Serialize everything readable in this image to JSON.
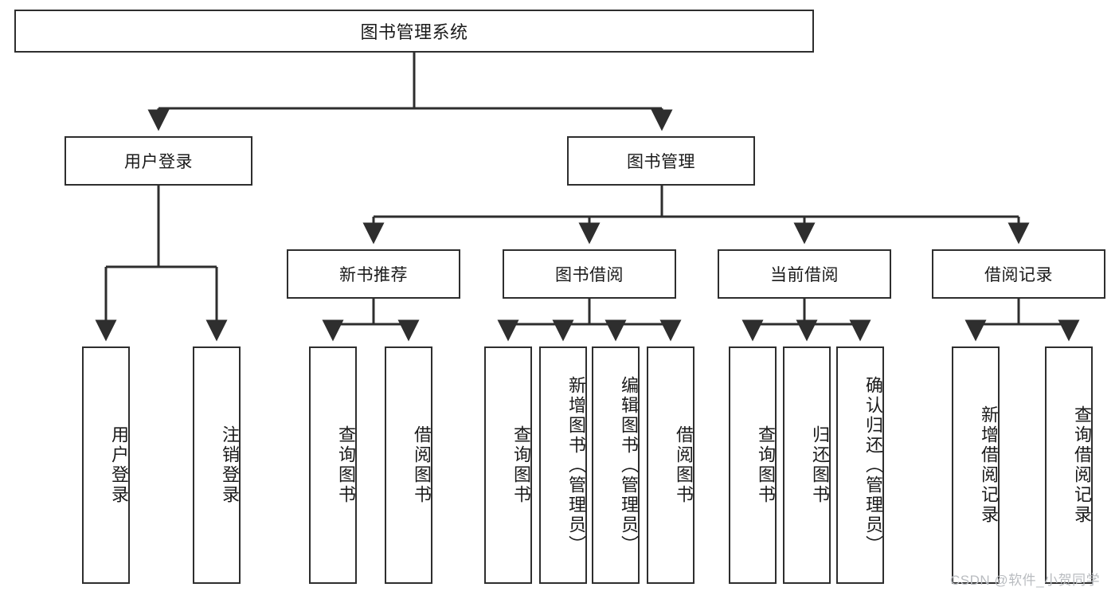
{
  "diagram": {
    "type": "tree-hierarchy",
    "title": "图书管理系统",
    "colors": {
      "background": "#ffffff",
      "box_border": "#2e2e2e",
      "box_fill": "#ffffff",
      "connector": "#2e2e2e",
      "text": "#1a1a1a",
      "watermark": "#b9bcc0"
    },
    "levels": 3
  },
  "root": {
    "label": "图书管理系统"
  },
  "level2": [
    {
      "label": "用户登录"
    },
    {
      "label": "图书管理"
    }
  ],
  "level3": [
    {
      "label": "新书推荐"
    },
    {
      "label": "图书借阅"
    },
    {
      "label": "当前借阅"
    },
    {
      "label": "借阅记录"
    }
  ],
  "leaves": {
    "user_login": [
      {
        "label": "用户登录"
      },
      {
        "label": "注销登录"
      }
    ],
    "new_book_recommend": [
      {
        "label": "查询图书"
      },
      {
        "label": "借阅图书"
      }
    ],
    "book_borrow": [
      {
        "label": "查询图书"
      },
      {
        "label": "新增图书（管理员）"
      },
      {
        "label": "编辑图书（管理员）"
      },
      {
        "label": "借阅图书"
      }
    ],
    "current_borrow": [
      {
        "label": "查询图书"
      },
      {
        "label": "归还图书"
      },
      {
        "label": "确认归还（管理员）"
      }
    ],
    "borrow_record": [
      {
        "label": "新增借阅记录"
      },
      {
        "label": "查询借阅记录"
      }
    ]
  },
  "watermark": {
    "text": "CSDN @软件_小贺同学"
  }
}
